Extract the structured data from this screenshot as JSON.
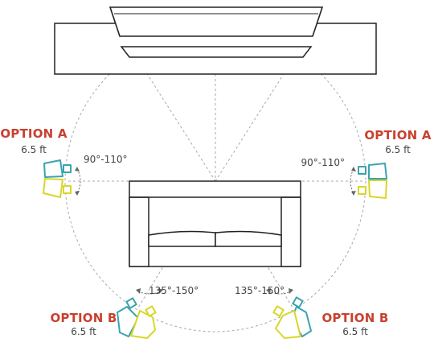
{
  "colors": {
    "accent_red": "#c8412f",
    "teal": "#3aa3b0",
    "yellow": "#d8d62a",
    "line": "#222222",
    "guide": "#a9a9a9",
    "label_gray": "#444444"
  },
  "icons": {
    "arc_arrow": "curved-double-arrow"
  },
  "labels": {
    "option_a_left_title": "OPTION A",
    "option_a_left_distance": "6.5 ft",
    "option_a_right_title": "OPTION A",
    "option_a_right_distance": "6.5 ft",
    "option_b_left_title": "OPTION B",
    "option_b_left_distance": "6.5 ft",
    "option_b_right_title": "OPTION B",
    "option_b_right_distance": "6.5 ft",
    "angle_left_side": "90°-110°",
    "angle_right_side": "90°-110°",
    "angle_left_rear": "135°-150°",
    "angle_right_rear": "135°-150°"
  }
}
